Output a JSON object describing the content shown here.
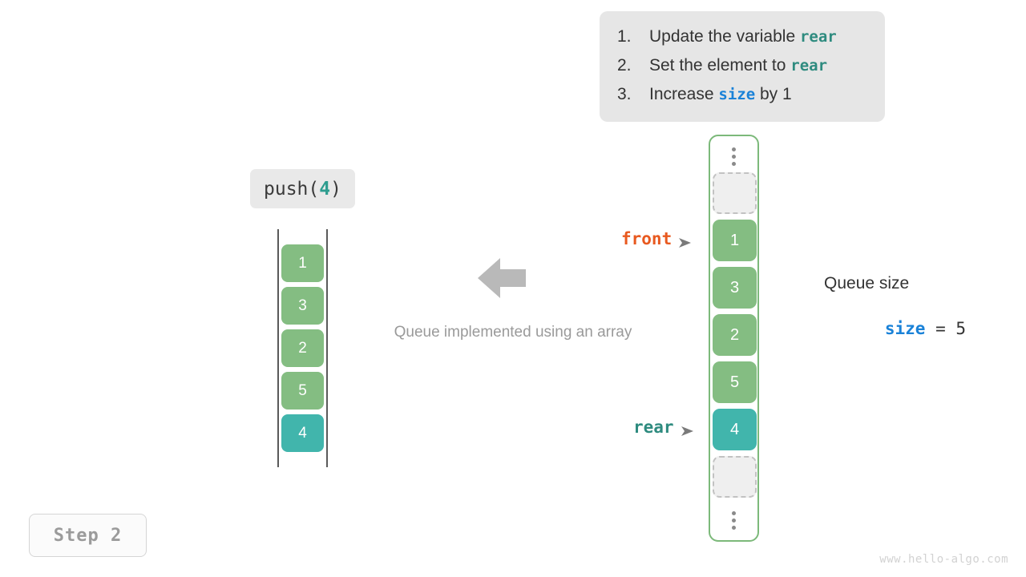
{
  "instructions": {
    "items": [
      {
        "num": "1.",
        "pre": "Update the variable ",
        "code": "rear",
        "code_color": "teal",
        "post": ""
      },
      {
        "num": "2.",
        "pre": "Set the element to ",
        "code": "rear",
        "code_color": "teal",
        "post": ""
      },
      {
        "num": "3.",
        "pre": "Increase ",
        "code": "size",
        "code_color": "blue",
        "post": " by 1"
      }
    ]
  },
  "operation": {
    "name": "push(",
    "argument": "4",
    "close": ")"
  },
  "left_array": {
    "cells": [
      {
        "value": "1",
        "color": "green"
      },
      {
        "value": "3",
        "color": "green"
      },
      {
        "value": "2",
        "color": "green"
      },
      {
        "value": "5",
        "color": "green"
      },
      {
        "value": "4",
        "color": "teal"
      }
    ]
  },
  "flow": {
    "caption": "Queue implemented using an array",
    "arrow_direction": "left"
  },
  "circular_array": {
    "top_ellipsis": "⋮",
    "bottom_ellipsis": "⋮",
    "slots": [
      {
        "value": "",
        "state": "empty"
      },
      {
        "value": "1",
        "state": "green"
      },
      {
        "value": "3",
        "state": "green"
      },
      {
        "value": "2",
        "state": "green"
      },
      {
        "value": "5",
        "state": "green"
      },
      {
        "value": "4",
        "state": "teal"
      },
      {
        "value": "",
        "state": "empty"
      }
    ]
  },
  "pointers": {
    "front": {
      "label": "front",
      "color": "#e8591f"
    },
    "rear": {
      "label": "rear",
      "color": "#2e8b7f"
    }
  },
  "queue_size": {
    "title": "Queue size",
    "variable": "size",
    "operator": " = ",
    "value": "5"
  },
  "step_badge": {
    "label": "Step 2"
  },
  "watermark": {
    "text": "www.hello-algo.com"
  },
  "colors": {
    "green": "#84bd82",
    "teal": "#41b5ac",
    "rear_teal": "#2e8b7f",
    "front_orange": "#e8591f",
    "size_blue": "#1a82d8",
    "card_bg": "#e6e6e6",
    "container_border": "#7cb97a"
  }
}
